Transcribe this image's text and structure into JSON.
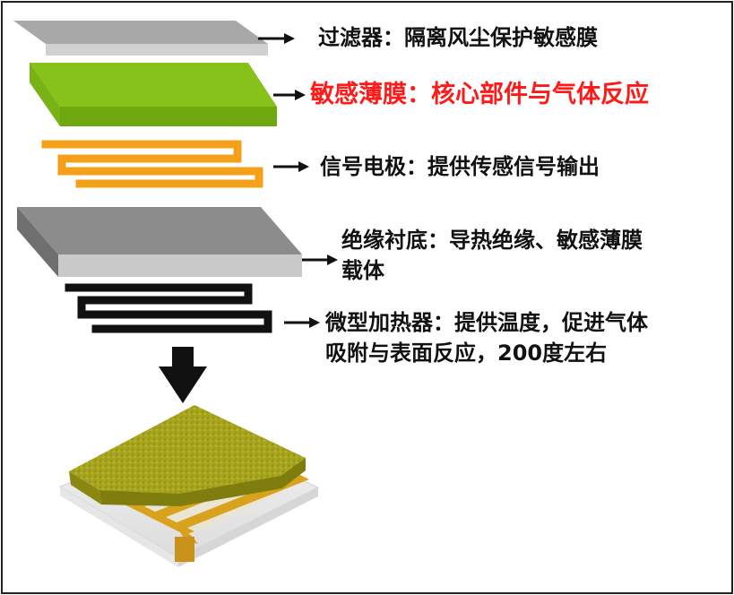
{
  "layers": [
    {
      "id": "filter",
      "lines": [
        "过滤器：隔离风尘保护敏感膜"
      ]
    },
    {
      "id": "sensing",
      "lines": [
        "敏感薄膜：核心部件与气体反应"
      ],
      "color": "#ff1a1a"
    },
    {
      "id": "electrode",
      "lines": [
        "信号电极：提供传感信号输出"
      ]
    },
    {
      "id": "substrate",
      "lines": [
        "绝缘衬底：导热绝缘、敏感薄膜",
        "载体"
      ]
    },
    {
      "id": "heater",
      "lines": [
        "微型加热器：提供温度，促进气体",
        "吸附与表面反应，200度左右"
      ]
    }
  ],
  "colors": {
    "filter_top": "#a8a8a8",
    "filter_side": "#d0d0d0",
    "sensing_top": "#86c21a",
    "sensing_side": "#6ea80e",
    "electrode": "#f5a01a",
    "substrate_top": "#8c8c8c",
    "substrate_side": "#c9c9c9",
    "heater": "#111111",
    "assembled_film": "#a7a51e",
    "assembled_electrode": "#d8a21c",
    "glass": "#ececec"
  },
  "icons": {
    "down_arrow": "down-arrow-icon",
    "pointer_arrow": "right-arrow-icon"
  }
}
